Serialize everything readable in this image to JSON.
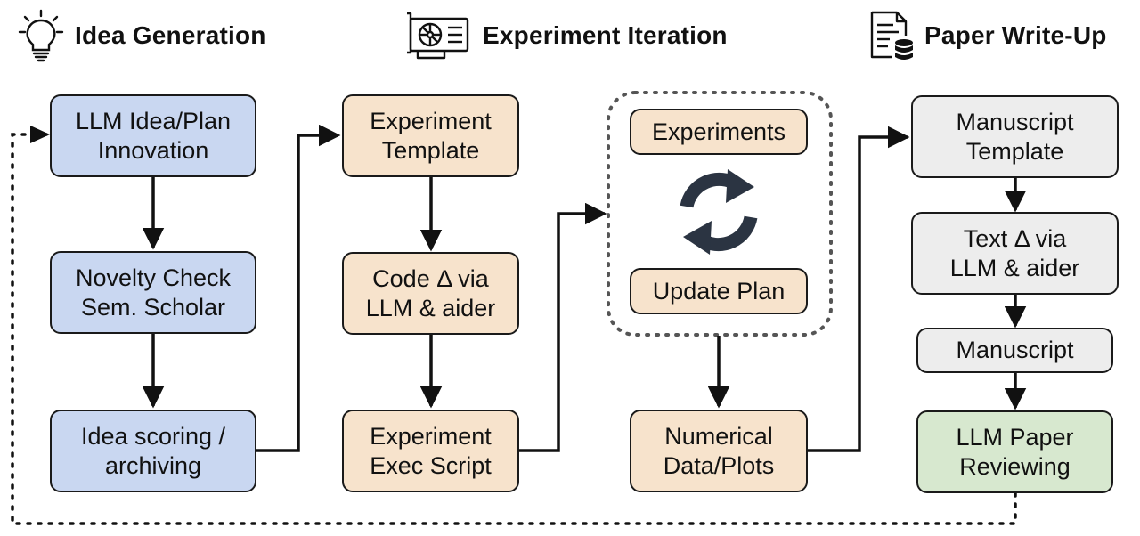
{
  "headers": {
    "idea": "Idea Generation",
    "experiment": "Experiment Iteration",
    "paper": "Paper Write-Up"
  },
  "boxes": {
    "llm_idea": "LLM Idea/Plan\nInnovation",
    "novelty": "Novelty Check\nSem. Scholar",
    "scoring": "Idea scoring /\narchiving",
    "exp_template": "Experiment\nTemplate",
    "code_delta": "Code Δ via\nLLM & aider",
    "exec_script": "Experiment\nExec Script",
    "experiments": "Experiments",
    "update_plan": "Update Plan",
    "numerical": "Numerical\nData/Plots",
    "manuscript_template": "Manuscript\nTemplate",
    "text_delta": "Text Δ via\nLLM & aider",
    "manuscript": "Manuscript",
    "paper_review": "LLM Paper\nReviewing"
  },
  "icons": {
    "idea": "lightbulb-icon",
    "experiment": "gpu-card-icon",
    "paper": "document-database-icon",
    "loop": "refresh-cycle-icon"
  },
  "colors": {
    "idea_boxes": "#c9d7f1",
    "experiment_boxes": "#f7e3cc",
    "paper_boxes": "#ededed",
    "review_box": "#d7e8cf",
    "outline": "#1a1a1a",
    "loop_arrows": "#2b3442"
  }
}
